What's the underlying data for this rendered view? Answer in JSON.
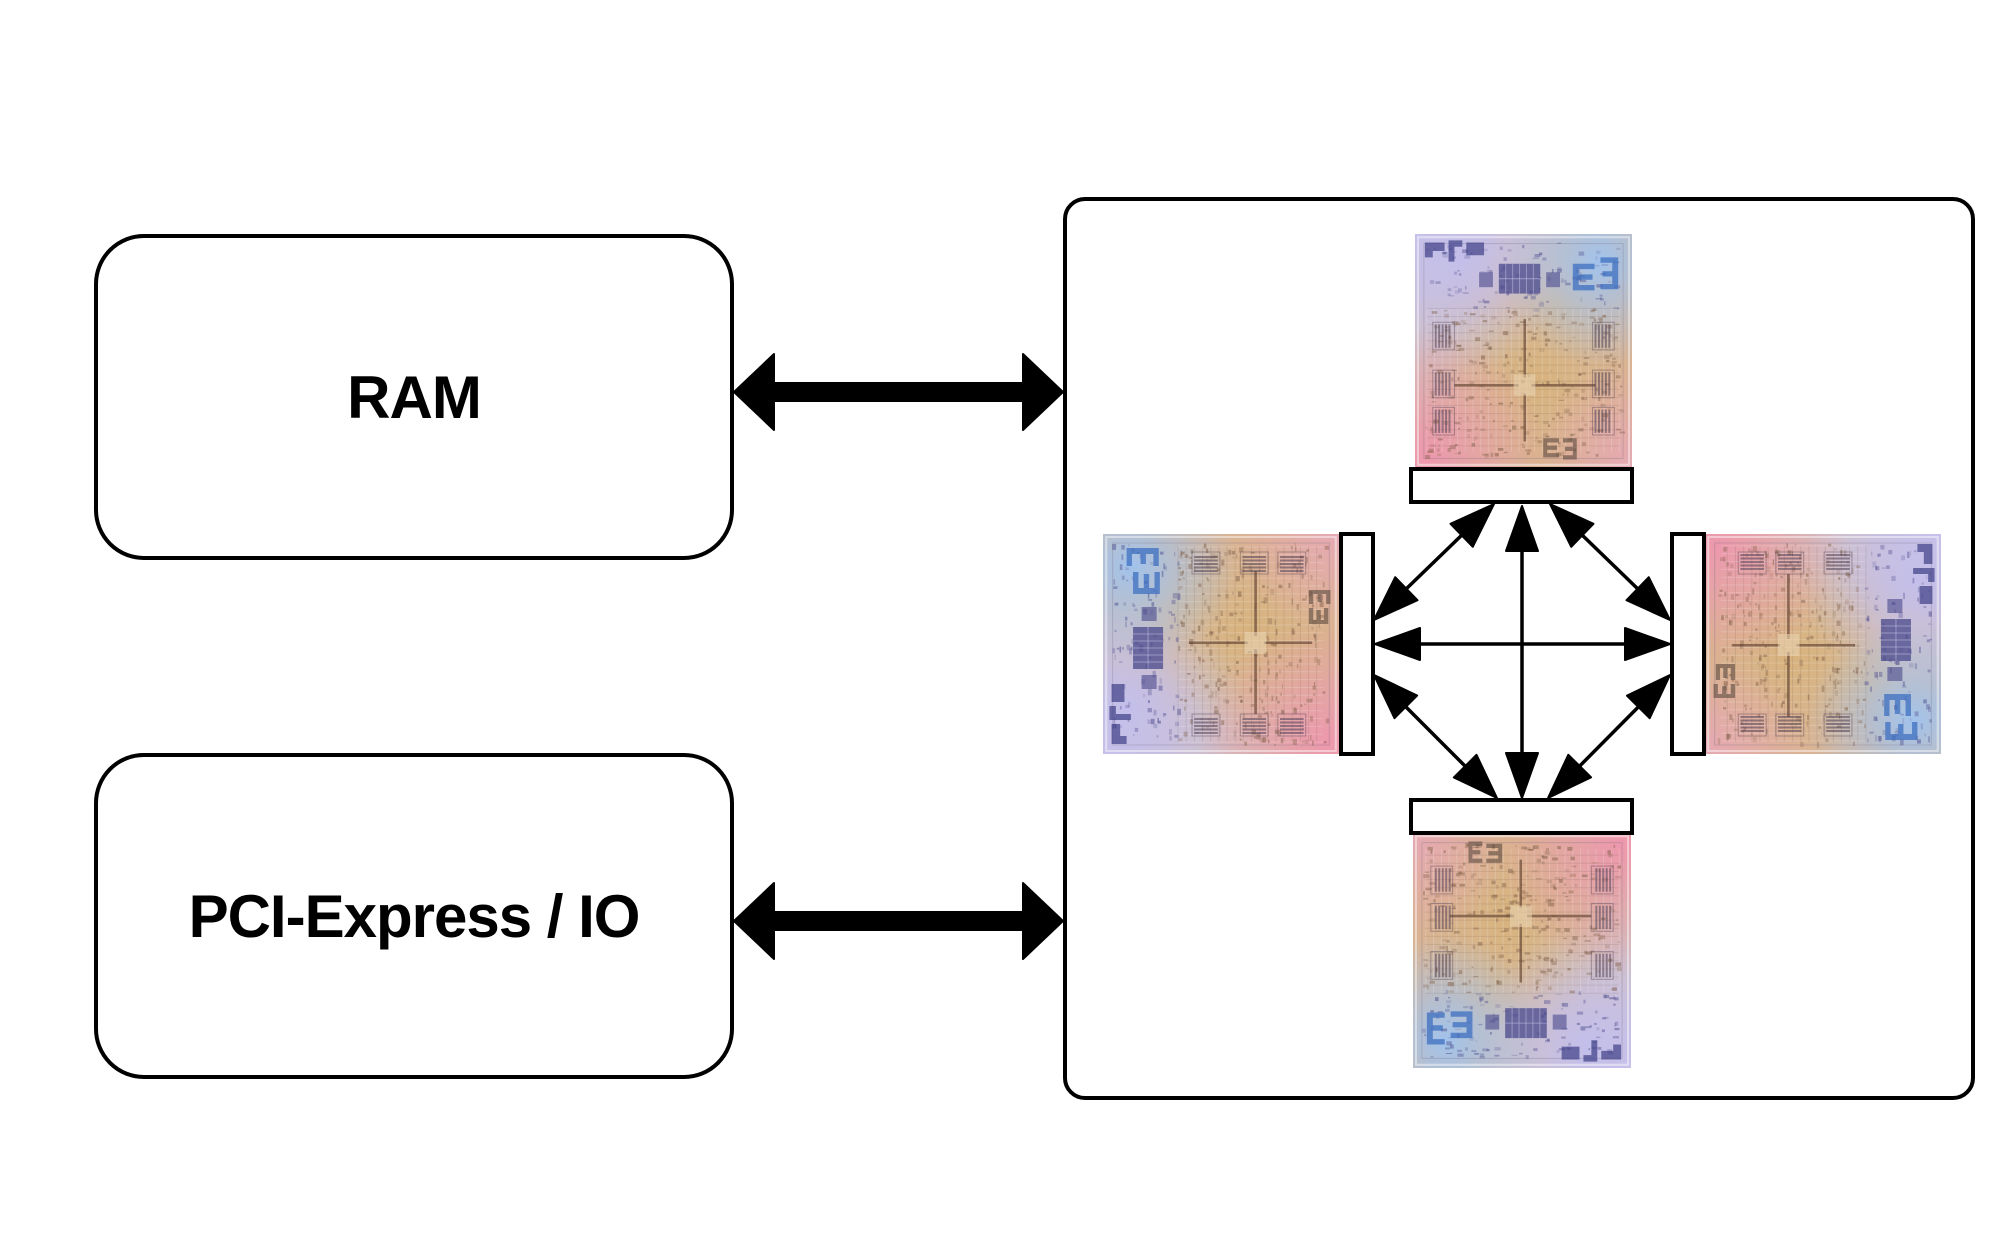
{
  "diagram": {
    "title": "",
    "nodes": {
      "ram": {
        "label": "RAM"
      },
      "pci": {
        "label": "PCI-Express / IO"
      },
      "soc": {
        "label": "",
        "dies": [
          {
            "id": "die-top",
            "facing": "bottom"
          },
          {
            "id": "die-left",
            "facing": "right"
          },
          {
            "id": "die-right",
            "facing": "left"
          },
          {
            "id": "die-bottom",
            "facing": "top"
          }
        ]
      }
    },
    "edges": [
      {
        "from": "ram",
        "to": "soc",
        "direction": "bidirectional",
        "style": "thick"
      },
      {
        "from": "pci",
        "to": "soc",
        "direction": "bidirectional",
        "style": "thick"
      },
      {
        "from": "die-top",
        "to": "die-bottom",
        "direction": "bidirectional",
        "style": "thin"
      },
      {
        "from": "die-left",
        "to": "die-right",
        "direction": "bidirectional",
        "style": "thin"
      },
      {
        "from": "die-top",
        "to": "die-left",
        "direction": "bidirectional",
        "style": "thin"
      },
      {
        "from": "die-top",
        "to": "die-right",
        "direction": "bidirectional",
        "style": "thin"
      },
      {
        "from": "die-bottom",
        "to": "die-left",
        "direction": "bidirectional",
        "style": "thin"
      },
      {
        "from": "die-bottom",
        "to": "die-right",
        "direction": "bidirectional",
        "style": "thin"
      }
    ],
    "colors": {
      "stroke": "#000000",
      "background": "#ffffff",
      "die_lavender": "#c6c1e8",
      "die_blue": "#a7c3ee",
      "die_gold": "#d9b98c",
      "die_pink": "#e9a3b5",
      "die_feature_dark": "#4b4a8c",
      "die_feature_brown": "#7d5c44"
    }
  }
}
